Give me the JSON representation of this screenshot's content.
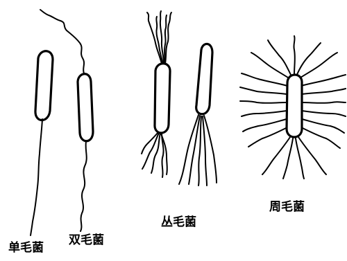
{
  "labels": {
    "monotrichous": "单毛菌",
    "amphitrichous": "双毛菌",
    "lophotrichous": "丛毛菌",
    "peritrichous": "周毛菌"
  }
}
